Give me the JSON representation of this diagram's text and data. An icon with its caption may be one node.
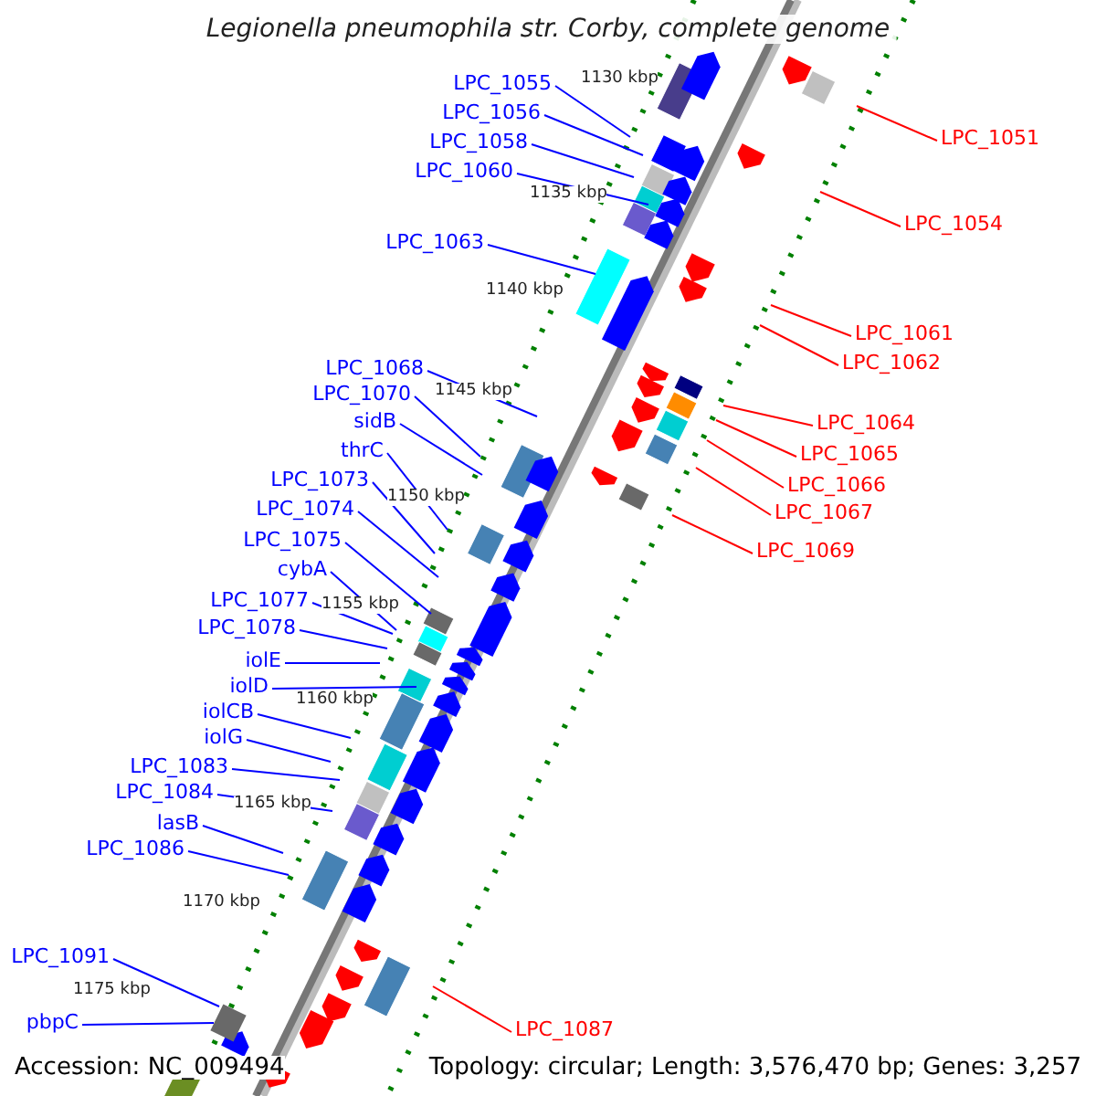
{
  "diagram": {
    "title": "Legionella pneumophila str. Corby, complete genome",
    "nodes": [
      {
        "text": [
          "LPC_1055"
        ]
      },
      {
        "text": [
          "LPC_1056"
        ]
      },
      {
        "text": [
          "LPC_1051"
        ]
      },
      {
        "text": [
          "LPC_1058"
        ]
      },
      {
        "text": [
          "LPC_1060"
        ]
      },
      {
        "text": [
          "LPC_1054"
        ]
      },
      {
        "text": [
          "LPC_1063"
        ]
      },
      {
        "text": [
          "LPC_1061"
        ]
      },
      {
        "text": [
          "LPC_1062"
        ]
      },
      {
        "text": [
          "LPC_1068"
        ]
      },
      {
        "text": [
          "LPC_1070"
        ]
      },
      {
        "text": [
          "sidB"
        ]
      },
      {
        "text": [
          "LPC_1064"
        ]
      },
      {
        "text": [
          "thrC"
        ]
      },
      {
        "text": [
          "LPC_1065"
        ]
      },
      {
        "text": [
          "LPC_1073"
        ]
      },
      {
        "text": [
          "LPC_1066"
        ]
      },
      {
        "text": [
          "LPC_1074"
        ]
      },
      {
        "text": [
          "LPC_1067"
        ]
      },
      {
        "text": [
          "LPC_1075"
        ]
      },
      {
        "text": [
          "LPC_1069"
        ]
      },
      {
        "text": [
          "cybA"
        ]
      },
      {
        "text": [
          "LPC_1077"
        ]
      },
      {
        "text": [
          "LPC_1078"
        ]
      },
      {
        "text": [
          "iolE"
        ]
      },
      {
        "text": [
          "iolD"
        ]
      },
      {
        "text": [
          "iolCB"
        ]
      },
      {
        "text": [
          "iolG"
        ]
      },
      {
        "text": [
          "LPC_1083"
        ]
      },
      {
        "text": [
          "LPC_1084"
        ]
      },
      {
        "text": [
          "lasB"
        ]
      },
      {
        "text": [
          "LPC_1086"
        ]
      },
      {
        "text": [
          "LPC_1091"
        ]
      },
      {
        "text": [
          "pbpC"
        ]
      },
      {
        "text": [
          "LPC_1087"
        ]
      },
      {
        "text": [],
        "shape": "box"
      }
    ],
    "edges": [
      {
        "from": 0,
        "to": null,
        "arrow": "none"
      },
      {
        "from": 1,
        "to": null,
        "arrow": "none"
      },
      {
        "from": 2,
        "to": null,
        "arrow": "none",
        "color": "#ff0000"
      },
      {
        "from": 3,
        "to": null,
        "arrow": "none"
      },
      {
        "from": 4,
        "to": null,
        "arrow": "none"
      },
      {
        "from": 5,
        "to": null,
        "arrow": "none",
        "color": "#ff0000"
      },
      {
        "from": 6,
        "to": null,
        "arrow": "none"
      },
      {
        "from": 7,
        "to": null,
        "arrow": "none",
        "color": "#ff0000"
      },
      {
        "from": 8,
        "to": null,
        "arrow": "none",
        "color": "#ff0000"
      },
      {
        "from": 9,
        "to": null,
        "arrow": "none"
      },
      {
        "from": 10,
        "to": null,
        "arrow": "none"
      },
      {
        "from": 11,
        "to": null,
        "arrow": "none"
      },
      {
        "from": 12,
        "to": null,
        "arrow": "none",
        "color": "#ff0000"
      },
      {
        "from": 13,
        "to": null,
        "arrow": "none"
      },
      {
        "from": 14,
        "to": null,
        "arrow": "none",
        "color": "#ff0000"
      },
      {
        "from": 15,
        "to": null,
        "arrow": "none"
      },
      {
        "from": 16,
        "to": null,
        "arrow": "none",
        "color": "#ff0000"
      },
      {
        "from": 17,
        "to": null,
        "arrow": "none"
      },
      {
        "from": 18,
        "to": null,
        "arrow": "none",
        "color": "#ff0000"
      },
      {
        "from": 19,
        "to": null,
        "arrow": "none"
      },
      {
        "from": 20,
        "to": null,
        "arrow": "none",
        "color": "#ff0000"
      },
      {
        "from": 21,
        "to": null,
        "arrow": "none"
      },
      {
        "from": 22,
        "to": null,
        "arrow": "none"
      },
      {
        "from": 23,
        "to": null,
        "arrow": "none"
      },
      {
        "from": 24,
        "to": null,
        "arrow": "none"
      },
      {
        "from": 25,
        "to": null,
        "arrow": "none"
      },
      {
        "from": 26,
        "to": null,
        "arrow": "none"
      },
      {
        "from": 27,
        "to": null,
        "arrow": "none"
      },
      {
        "from": 28,
        "to": null,
        "arrow": "none"
      },
      {
        "from": 29,
        "to": null,
        "arrow": "none"
      },
      {
        "from": 30,
        "to": null,
        "arrow": "none"
      },
      {
        "from": 31,
        "to": null,
        "arrow": "none"
      },
      {
        "from": 32,
        "to": 35,
        "arrow": "none"
      },
      {
        "from": 33,
        "to": 35,
        "arrow": "none"
      },
      {
        "from": 34,
        "to": null,
        "arrow": "none",
        "color": "#ff0000"
      }
    ],
    "labels": [
      "1130 kbp",
      "1135 kbp",
      "1140 kbp",
      "1145 kbp",
      "1150 kbp",
      "1155 kbp",
      "1160 kbp",
      "1165 kbp",
      "1170 kbp",
      "1175 kbp",
      "Accession: NC_009494",
      "Topology: circular; Length: 3,576,470 bp; Genes: 3,257"
    ]
  }
}
